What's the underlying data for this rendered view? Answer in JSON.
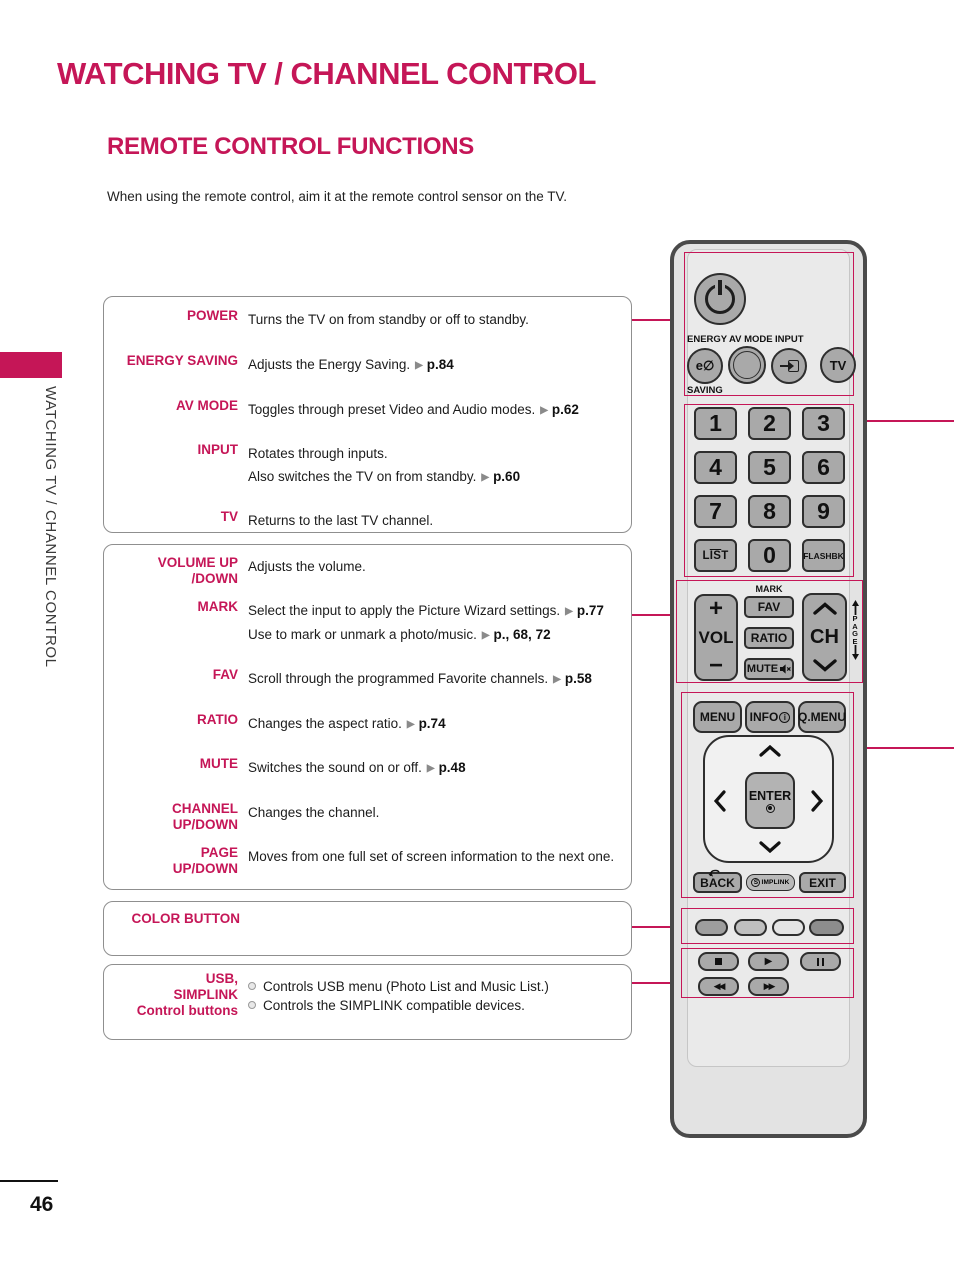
{
  "meta": {
    "accent_color": "#C51657",
    "button_gray": "#A9A9A9",
    "triangle_color": "#8A8A8A"
  },
  "page": {
    "title": "WATCHING TV / CHANNEL CONTROL",
    "section_title": "REMOTE CONTROL FUNCTIONS",
    "intro": "When using the remote control, aim it at the remote control sensor on the TV."
  },
  "sidebar": {
    "text": "WATCHING TV / CHANNEL CONTROL"
  },
  "footer": {
    "page_number": "46"
  },
  "box1": {
    "rows": [
      {
        "label1": "POWER",
        "line1_text": "Turns the TV on from standby or off to standby."
      },
      {
        "label1": "ENERGY SAVING",
        "line1_text": "Adjusts the Energy Saving.",
        "line1_page": "p.84"
      },
      {
        "label1": "AV MODE",
        "line1_text": "Toggles through preset Video and Audio modes.",
        "line1_page": "p.62"
      },
      {
        "label1": "INPUT",
        "line1_text": "Rotates through inputs.",
        "line2_text": "Also switches the TV on from standby.",
        "line2_page": "p.60"
      },
      {
        "label1": "TV",
        "line1_text": "Returns to the last TV channel."
      }
    ]
  },
  "box2": {
    "rows": [
      {
        "label1": "VOLUME UP",
        "label2": "/DOWN",
        "line1_text": "Adjusts the volume."
      },
      {
        "label1": "MARK",
        "line1_text": "Select the input to apply the Picture Wizard settings.",
        "line1_page": "p.77",
        "line2_text": "Use to mark or unmark a photo/music.",
        "line2_page": "p., 68, 72"
      },
      {
        "label1": "FAV",
        "line1_text": "Scroll through the programmed Favorite channels.",
        "line1_page": "p.58"
      },
      {
        "label1": "RATIO",
        "line1_text": "Changes the aspect ratio.",
        "line1_page": "p.74"
      },
      {
        "label1": "MUTE",
        "line1_text": "Switches the sound on or off.",
        "line1_page": "p.48"
      },
      {
        "label1": "CHANNEL",
        "label2": "UP/DOWN",
        "line1_text": "Changes the channel."
      },
      {
        "label1": "PAGE",
        "label2": "UP/DOWN",
        "line1_text": "Moves from one full set of screen information to the next one."
      }
    ]
  },
  "box3": {
    "label": "COLOR BUTTON"
  },
  "box4": {
    "label1": "USB,",
    "label2": "SIMPLINK",
    "label3": "Control buttons",
    "bullet1": "Controls USB menu (Photo List and Music List.)",
    "bullet2": "Controls the SIMPLINK compatible devices."
  },
  "remote": {
    "top": {
      "energy": "ENERGY",
      "av_mode": "AV MODE",
      "input": "INPUT",
      "saving": "SAVING",
      "energy_icon": "e∅",
      "tv": "TV"
    },
    "keypad": {
      "digits": [
        "1",
        "2",
        "3",
        "4",
        "5",
        "6",
        "7",
        "8",
        "9"
      ],
      "list_l": "L",
      "list_is": "IS",
      "list_t": "T",
      "zero": "0",
      "flashbk": "FLASHBK"
    },
    "volume": {
      "plus": "+",
      "label": "VOL",
      "minus": "−"
    },
    "center": {
      "mark": "MARK",
      "fav": "FAV",
      "ratio": "RATIO",
      "mute": "MUTE"
    },
    "channel": {
      "label": "CH"
    },
    "page_letters": [
      "P",
      "A",
      "G",
      "E"
    ],
    "menu_row": {
      "menu": "MENU",
      "info": "INFO",
      "info_icon": "i",
      "qmenu": "Q.MENU"
    },
    "enter_label": "ENTER",
    "bottom_row": {
      "back": "BACK",
      "simplink_s": "S",
      "simplink_rest": "IMPLINK",
      "exit": "EXIT"
    },
    "playback": {
      "play": "▶",
      "rewind": "◀◀",
      "fast_forward": "▶▶"
    }
  }
}
